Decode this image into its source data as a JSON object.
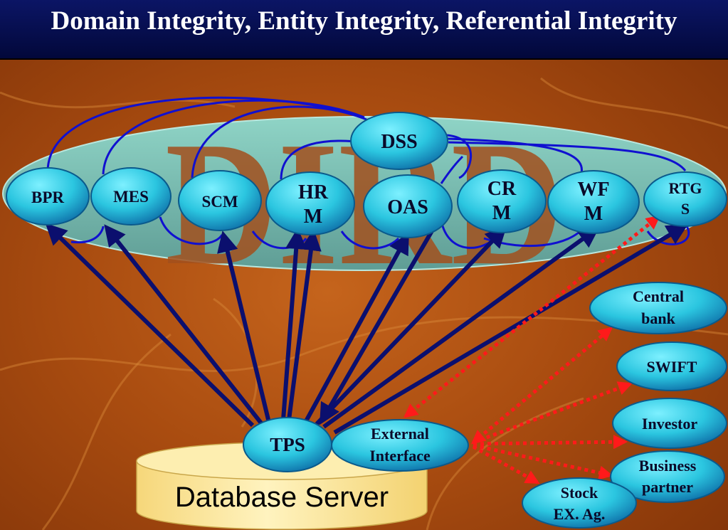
{
  "title": "Domain Integrity, Entity Integrity, Referential Integrity",
  "watermark": "DIRD",
  "database": {
    "label": "Database Server"
  },
  "nodes": {
    "dss": "DSS",
    "bpr": "BPR",
    "mes": "MES",
    "scm": "SCM",
    "hrm": [
      "HR",
      "M"
    ],
    "oas": "OAS",
    "crm": [
      "CR",
      "M"
    ],
    "wfm": [
      "WF",
      "M"
    ],
    "rtgs": [
      "RTG",
      "S"
    ],
    "tps": "TPS",
    "external_interface": [
      "External",
      "Interface"
    ],
    "central_bank": [
      "Central",
      "bank"
    ],
    "swift": "SWIFT",
    "investor": "Investor",
    "business_partner": [
      "Business",
      "partner"
    ],
    "stock_exchange": [
      "Stock",
      "EX. Ag."
    ]
  },
  "colors": {
    "title_bg": "#02083a",
    "node_fill": "#39d2e6",
    "blue_link": "#1010d0",
    "navy_arrow": "#0b0f6e",
    "red_dotted": "#ff1a1a",
    "platform_ellipse": "#7ab9ad",
    "database_fill": "#fbe59a"
  }
}
